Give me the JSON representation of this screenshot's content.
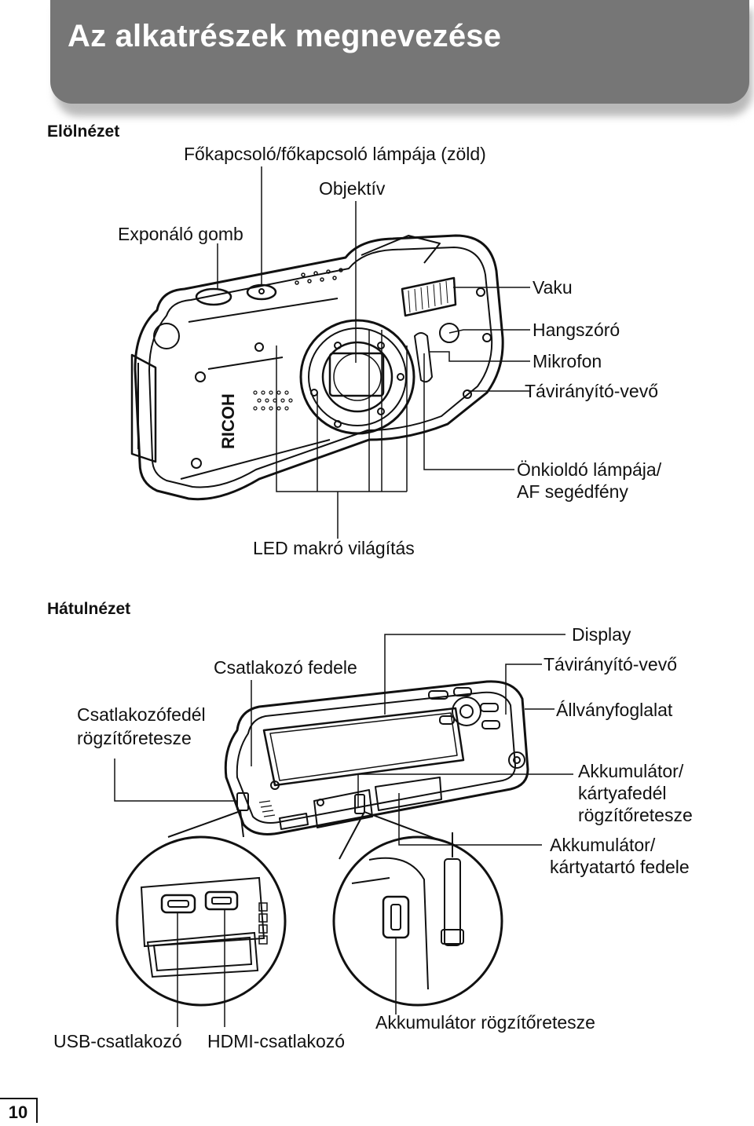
{
  "page": {
    "title": "Az alkatrészek megnevezése",
    "page_number": "10"
  },
  "front_view": {
    "heading": "Elölnézet",
    "brand": "RICOH",
    "labels": {
      "power": "Főkapcsoló/főkapcsoló lámpája (zöld)",
      "lens": "Objektív",
      "shutter": "Exponáló gomb",
      "flash": "Vaku",
      "speaker": "Hangszóró",
      "microphone": "Mikrofon",
      "remote": "Távirányító-vevő",
      "selftimer_1": "Önkioldó lámpája/",
      "selftimer_2": "AF segédfény",
      "led": "LED makró világítás"
    }
  },
  "back_view": {
    "heading": "Hátulnézet",
    "labels": {
      "display": "Display",
      "remote": "Távirányító-vevő",
      "terminal_cover": "Csatlakozó fedele",
      "terminal_lock_1": "Csatlakozófedél",
      "terminal_lock_2": "rögzítőretesze",
      "tripod": "Állványfoglalat",
      "battery_lock_1": "Akkumulátor/",
      "battery_lock_2": "kártyafedél",
      "battery_lock_3": "rögzítőretesze",
      "battery_cover_1": "Akkumulátor/",
      "battery_cover_2": "kártyatartó fedele",
      "usb": "USB-csatlakozó",
      "hdmi": "HDMI-csatlakozó",
      "battery_latch": "Akkumulátor rögzítőretesze"
    }
  }
}
